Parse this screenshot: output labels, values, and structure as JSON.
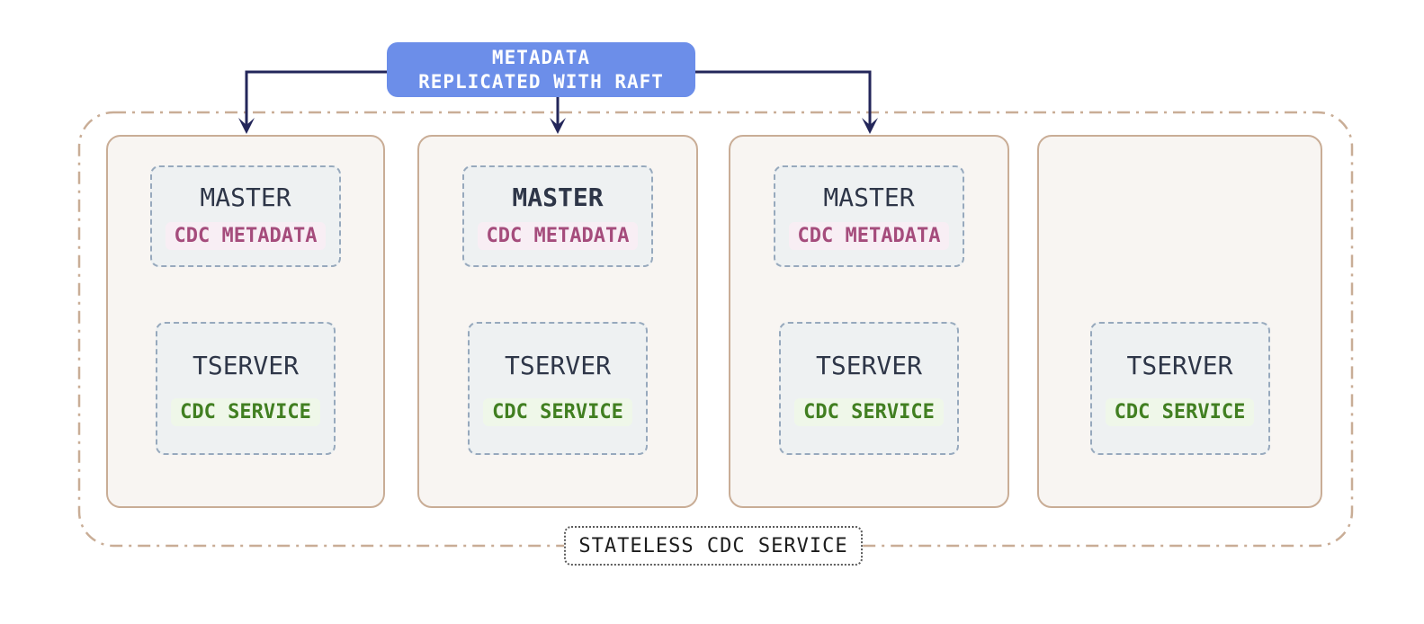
{
  "diagram": {
    "title_box": {
      "line1": "METADATA",
      "line2": "REPLICATED WITH RAFT",
      "bg_color": "#6c8ee9",
      "text_color": "#ffffff"
    },
    "outer_group_label": "STATELESS CDC SERVICE",
    "nodes": [
      {
        "master": {
          "label": "MASTER",
          "emphasis": "normal",
          "badge": "CDC METADATA"
        },
        "tserver": {
          "label": "TSERVER",
          "badge": "CDC SERVICE"
        },
        "receives_arrow": true
      },
      {
        "master": {
          "label": "MASTER",
          "emphasis": "bold",
          "badge": "CDC METADATA"
        },
        "tserver": {
          "label": "TSERVER",
          "badge": "CDC SERVICE"
        },
        "receives_arrow": true
      },
      {
        "master": {
          "label": "MASTER",
          "emphasis": "normal",
          "badge": "CDC METADATA"
        },
        "tserver": {
          "label": "TSERVER",
          "badge": "CDC SERVICE"
        },
        "receives_arrow": true
      },
      {
        "tserver": {
          "label": "TSERVER",
          "badge": "CDC SERVICE"
        },
        "receives_arrow": false
      }
    ],
    "colors": {
      "arrow": "#23265a",
      "outer_dash_border": "#c9ad96",
      "node_border": "#c9ad96",
      "node_fill": "#f8f5f2",
      "inner_box_fill": "#eef1f2",
      "inner_box_border": "#97a9bd",
      "title_text": "#2e3648",
      "metadata_badge_text": "#a54c7c",
      "metadata_badge_bg": "#f8eef4",
      "service_badge_text": "#417f21",
      "service_badge_bg": "#eff7e9"
    }
  }
}
